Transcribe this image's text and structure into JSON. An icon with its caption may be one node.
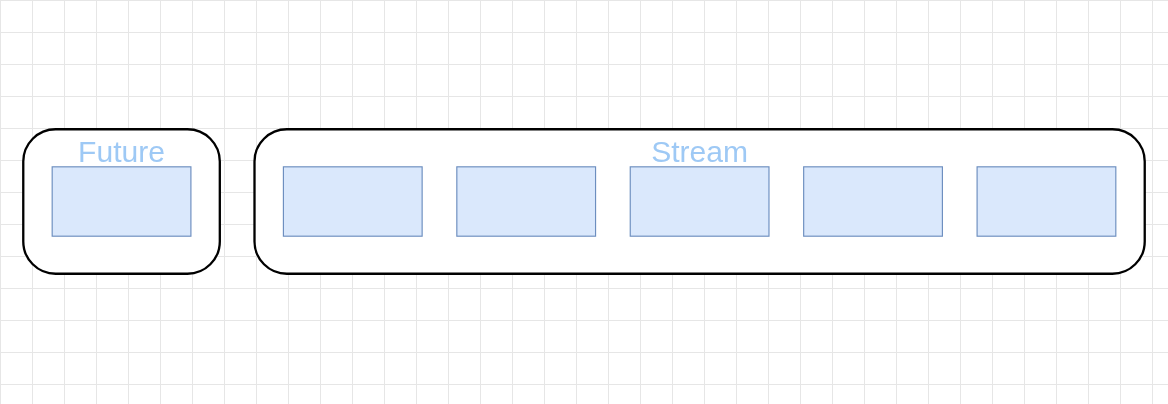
{
  "diagram": {
    "nodes": [
      {
        "text": [
          "Future"
        ]
      },
      {
        "text": [],
        "shape": "box",
        "in": 0
      },
      {
        "text": [
          "Stream"
        ]
      },
      {
        "text": [],
        "shape": "box",
        "in": 2
      },
      {
        "text": [],
        "shape": "box",
        "in": 2
      },
      {
        "text": [],
        "shape": "box",
        "in": 2
      },
      {
        "text": [],
        "shape": "box",
        "in": 2
      },
      {
        "text": [],
        "shape": "box",
        "in": 2
      }
    ],
    "edges": []
  }
}
